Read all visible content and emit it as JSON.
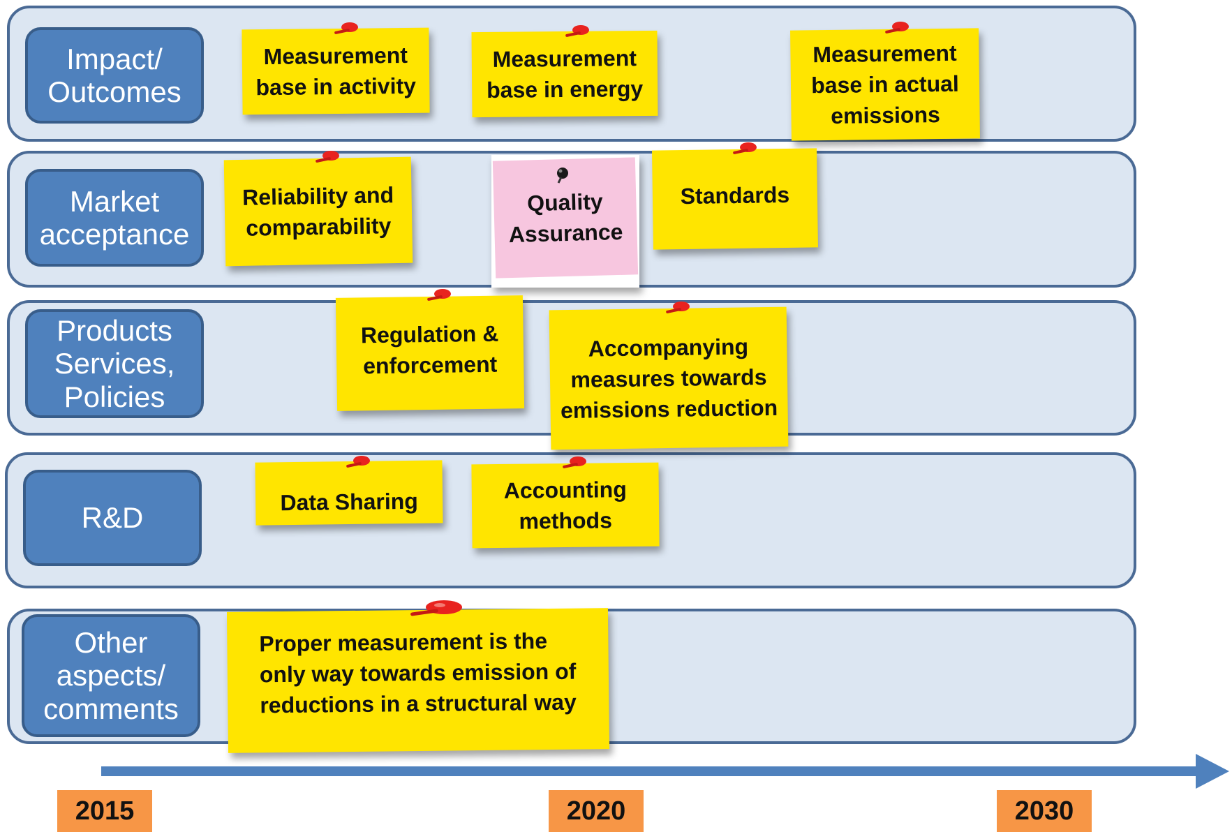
{
  "lanes": [
    {
      "label": "Impact/\nOutcomes"
    },
    {
      "label": "Market\nacceptance"
    },
    {
      "label": "Products\nServices,\nPolicies"
    },
    {
      "label": "R&D"
    },
    {
      "label": "Other\naspects/\ncomments"
    }
  ],
  "notes": {
    "measurement_activity": "Measurement\nbase in activity",
    "measurement_energy": "Measurement\nbase in energy",
    "measurement_emissions": "Measurement\nbase in actual\nemissions",
    "reliability": "Reliability and\ncomparability",
    "quality_assurance": "Quality\nAssurance",
    "standards": "Standards",
    "regulation": "Regulation &\nenforcement",
    "accompanying": "Accompanying\nmeasures towards\nemissions reduction",
    "data_sharing": "Data Sharing",
    "accounting": "Accounting\nmethods",
    "proper_measurement": "Proper measurement is the\nonly way towards emission of\nreductions in a structural way"
  },
  "timeline": {
    "years": [
      "2015",
      "2020",
      "2030"
    ]
  },
  "colors": {
    "lane_fill": "#dce6f2",
    "lane_border": "#4a6a95",
    "label_fill": "#4f81bd",
    "note_yellow": "#ffe500",
    "note_pink": "#f7c6df",
    "arrow": "#4f81bd",
    "year_fill": "#f79646",
    "pin": "#e8231f"
  }
}
